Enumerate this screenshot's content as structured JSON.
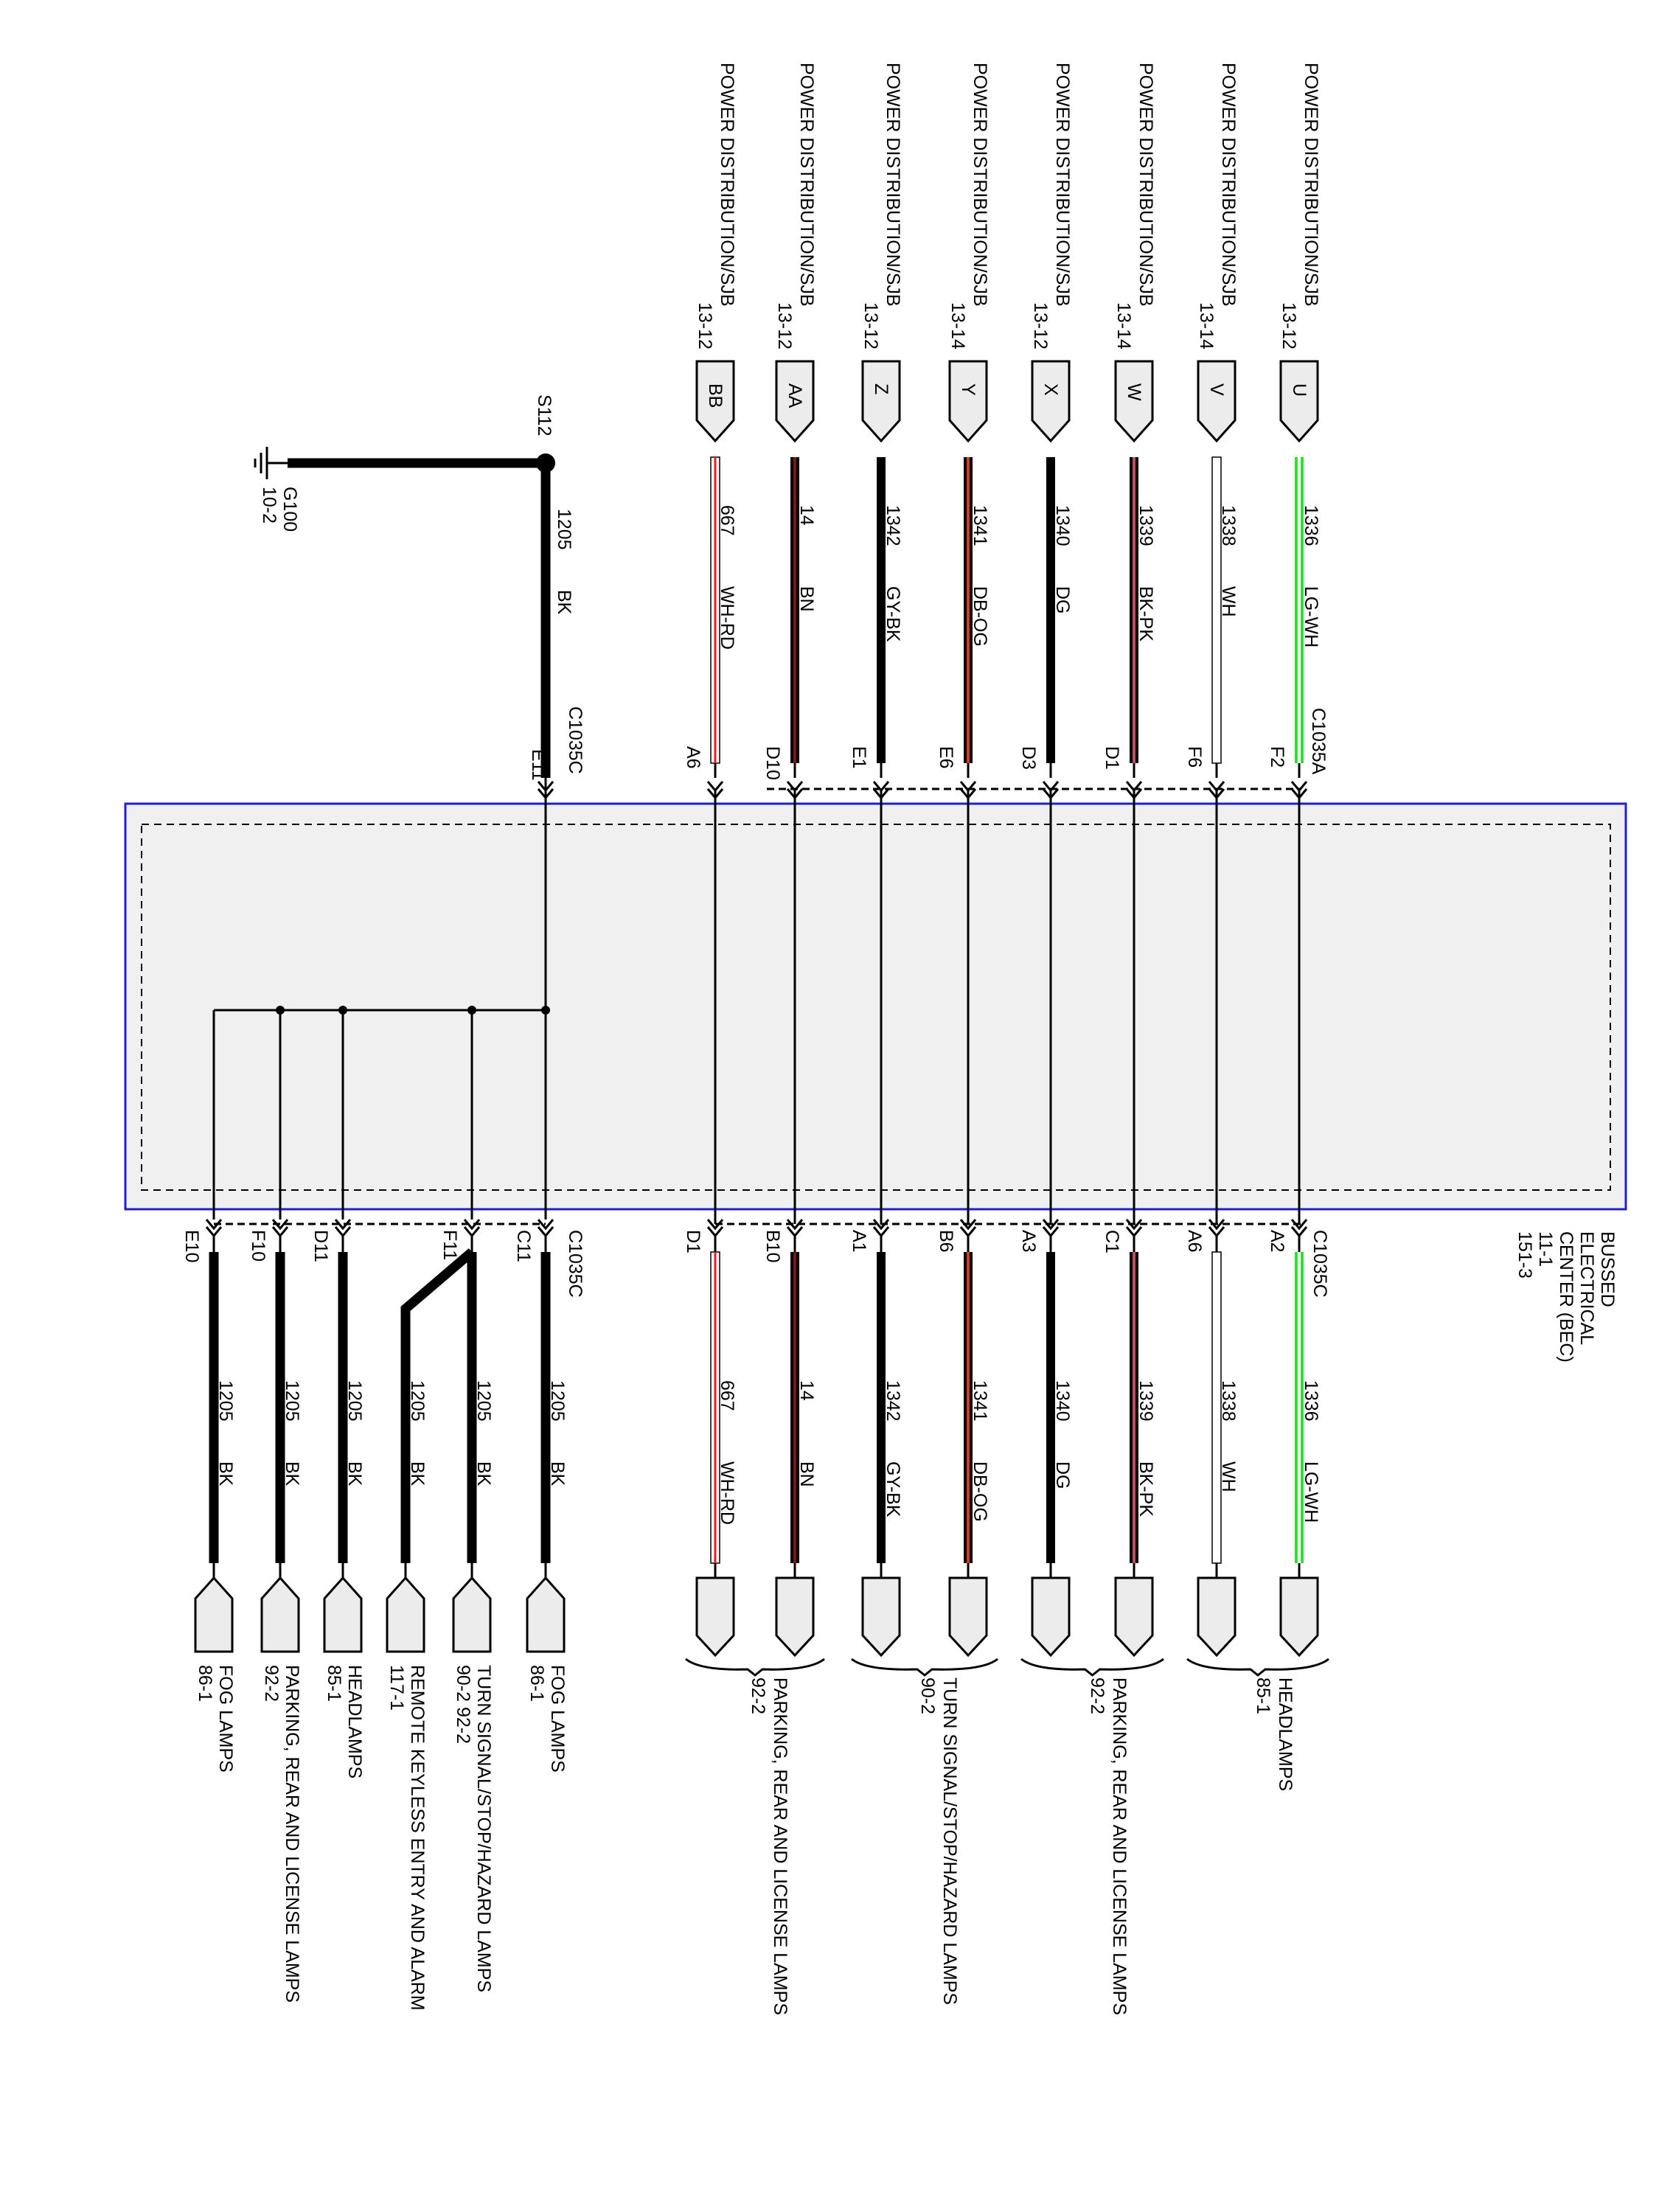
{
  "power_distribution": [
    {
      "letter": "BB",
      "text": "POWER DISTRIBUTION/SJB",
      "ref": "13-12"
    },
    {
      "letter": "AA",
      "text": "POWER DISTRIBUTION/SJB",
      "ref": "13-12"
    },
    {
      "letter": "Z",
      "text": "POWER DISTRIBUTION/SJB",
      "ref": "13-12"
    },
    {
      "letter": "Y",
      "text": "POWER DISTRIBUTION/SJB",
      "ref": "13-14"
    },
    {
      "letter": "X",
      "text": "POWER DISTRIBUTION/SJB",
      "ref": "13-12"
    },
    {
      "letter": "W",
      "text": "POWER DISTRIBUTION/SJB",
      "ref": "13-14"
    },
    {
      "letter": "V",
      "text": "POWER DISTRIBUTION/SJB",
      "ref": "13-14"
    },
    {
      "letter": "U",
      "text": "POWER DISTRIBUTION/SJB",
      "ref": "13-12"
    }
  ],
  "upper_wires": [
    {
      "circuit": "667",
      "color": "WH-RD",
      "top_pin": "A6",
      "bottom_pin": "D1",
      "colors": [
        "#ffffff",
        "#e02020"
      ]
    },
    {
      "circuit": "14",
      "color": "BN",
      "top_pin": "D10",
      "bottom_pin": "B10",
      "colors": [
        "#000000",
        "#7a1818"
      ]
    },
    {
      "circuit": "1342",
      "color": "GY-BK",
      "top_pin": "E1",
      "bottom_pin": "A1",
      "colors": [
        "#000000",
        "#000000"
      ]
    },
    {
      "circuit": "1341",
      "color": "DB-OG",
      "top_pin": "E6",
      "bottom_pin": "B6",
      "colors": [
        "#000000",
        "#d04020"
      ]
    },
    {
      "circuit": "1340",
      "color": "DG",
      "top_pin": "D3",
      "bottom_pin": "A3",
      "colors": [
        "#000000",
        "#000000"
      ]
    },
    {
      "circuit": "1339",
      "color": "BK-PK",
      "top_pin": "D1",
      "bottom_pin": "C1",
      "colors": [
        "#000000",
        "#c05060"
      ]
    },
    {
      "circuit": "1338",
      "color": "WH",
      "top_pin": "F6",
      "bottom_pin": "A6",
      "colors": [
        "#ffffff",
        "#ffffff"
      ]
    },
    {
      "circuit": "1336",
      "color": "LG-WH",
      "top_pin": "F2",
      "bottom_pin": "A2",
      "colors": [
        "#30e030",
        "#ffffff"
      ]
    }
  ],
  "top_connector": {
    "c1035a": "C1035A",
    "c1035c": "C1035C",
    "e11": "E11"
  },
  "ground": {
    "splice": "S112",
    "ground": "G100",
    "ground_ref": "10-2",
    "circuit": "1205",
    "color": "BK"
  },
  "module": {
    "label": "BUSSED ELECTRICAL CENTER (BEC)",
    "line1": "BUSSED",
    "line2": "ELECTRICAL",
    "line3": "CENTER (BEC)",
    "ref1": "11-1",
    "ref2": "151-3"
  },
  "bottom_connectors": {
    "c1035c_left": "C1035C",
    "c1035c_right": "C1035C"
  },
  "ground_wires": [
    {
      "pin": "C11",
      "circuit": "1205",
      "color": "BK",
      "dest": "FOG LAMPS",
      "ref": "86-1"
    },
    {
      "pin": "F11",
      "circuit": "1205",
      "color": "BK",
      "dest": "TURN SIGNAL/STOP/HAZARD LAMPS",
      "ref": "90-2     92-2"
    },
    {
      "pin": "",
      "circuit": "1205",
      "color": "BK",
      "dest": "REMOTE KEYLESS ENTRY AND ALARM",
      "ref": "117-1"
    },
    {
      "pin": "D11",
      "circuit": "1205",
      "color": "BK",
      "dest": "HEADLAMPS",
      "ref": "85-1"
    },
    {
      "pin": "F10",
      "circuit": "1205",
      "color": "BK",
      "dest": "PARKING, REAR AND LICENSE LAMPS",
      "ref": "92-2"
    },
    {
      "pin": "E10",
      "circuit": "1205",
      "color": "BK",
      "dest": "FOG LAMPS",
      "ref": "86-1"
    }
  ],
  "right_destinations": [
    {
      "dest": "PARKING, REAR AND LICENSE LAMPS",
      "ref": "92-2"
    },
    {
      "dest": "TURN SIGNAL/STOP/HAZARD LAMPS",
      "ref": "90-2"
    },
    {
      "dest": "PARKING, REAR AND LICENSE LAMPS",
      "ref": "92-2"
    },
    {
      "dest": "HEADLAMPS",
      "ref": "85-1"
    }
  ],
  "colors": {
    "module_border": "#2020c8",
    "module_fill": "#f0f0f0",
    "connector_fill": "#ececec"
  }
}
